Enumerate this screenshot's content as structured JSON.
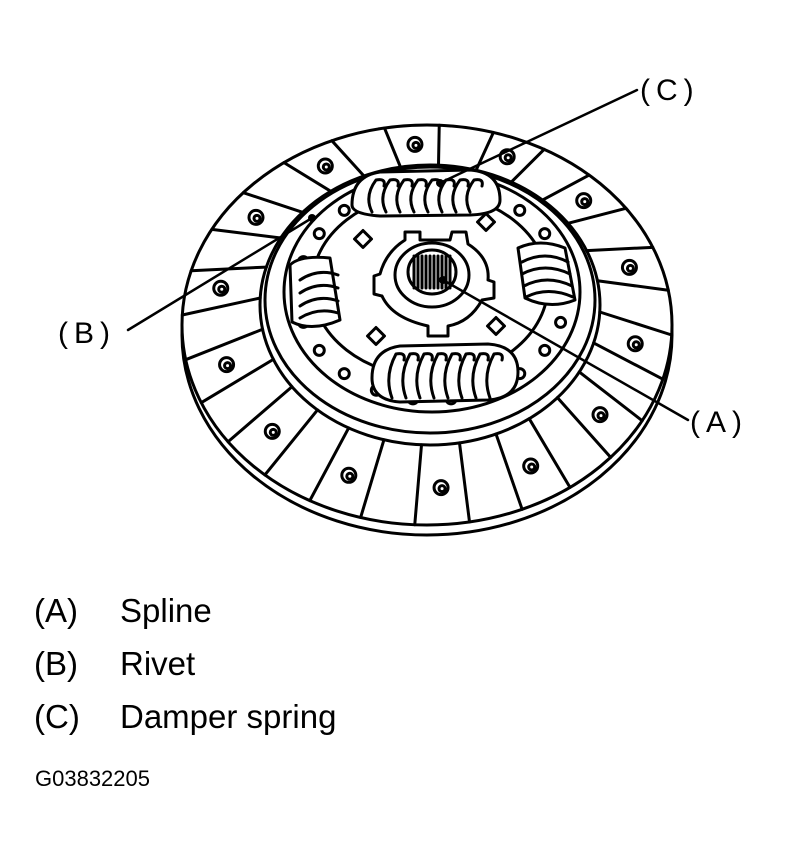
{
  "callouts": {
    "a": "(A)",
    "b": "(B)",
    "c": "(C)"
  },
  "legend": [
    {
      "key": "(A)",
      "text": "Spline"
    },
    {
      "key": "(B)",
      "text": "Rivet"
    },
    {
      "key": "(C)",
      "text": "Damper spring"
    }
  ],
  "figure_code": "G03832205"
}
